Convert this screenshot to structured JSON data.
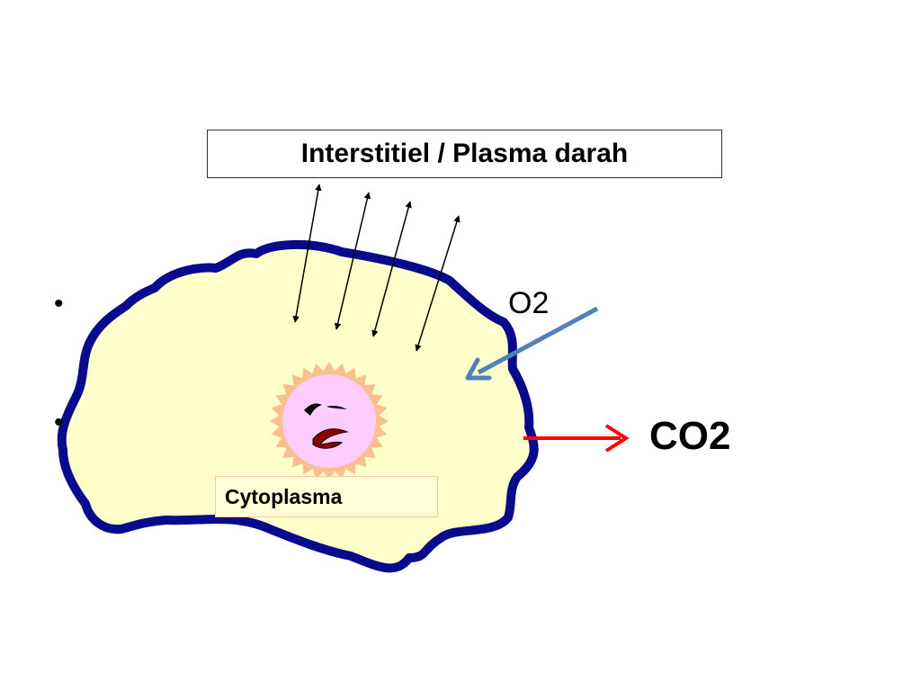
{
  "labels": {
    "top": "Interstitiel / Plasma darah",
    "cytoplasm": "Cytoplasma",
    "o2": "O2",
    "co2": "CO2"
  },
  "bullets": [
    "•",
    "•"
  ],
  "colors": {
    "membrane": "#0a0a8c",
    "cytoplasm_fill": "#ffffcc",
    "nucleus_fill": "#ffccff",
    "nucleus_ring": "#f7c08c",
    "o2_arrow": "#4f81bd",
    "co2_arrow": "#ff0000"
  }
}
